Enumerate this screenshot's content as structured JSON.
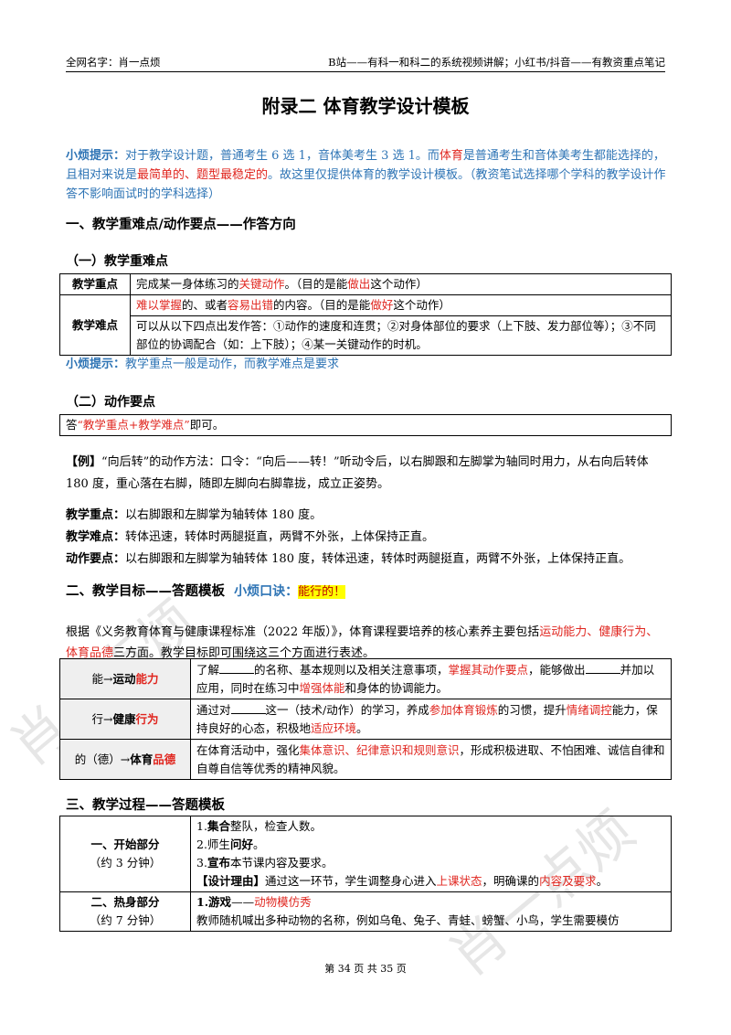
{
  "header": {
    "left": "全网名字：肖一点烦",
    "right": "B站——有科一和科二的系统视频讲解；小红书/抖音——有教资重点笔记"
  },
  "title": "附录二 体育教学设计模板",
  "tip1": {
    "label": "小烦提示：",
    "p1": "对于教学设计题，普通考生 6 选 1，音体美考生 3 选 1。而",
    "r1": "体育",
    "p2": "是普通考生和音体美考生都能选择的，且相对来说是",
    "r2": "最简单的、题型最稳定的",
    "p3": "。故这里仅提供体育的教学设计模板。（教资笔试选择哪个学科的教学设计作答不影响面试时的学科选择）"
  },
  "sec1": "一、教学重难点/动作要点——作答方向",
  "sub1": "（一）教学重难点",
  "t1": {
    "key_label": "教学重点",
    "key_p1": "完成某一身体练习的",
    "key_r1": "关键动作",
    "key_p2": "。（目的是能",
    "key_r2": "做出",
    "key_p3": "这个动作）",
    "diff_label": "教学难点",
    "diff_r1": "难以掌握",
    "diff_p1": "的、或者",
    "diff_r2": "容易出错",
    "diff_p2": "的内容。（目的是能",
    "diff_r3": "做好",
    "diff_p3": "这个动作）",
    "diff_row2": "可以从以下四点出发作答：①动作的速度和连贯；②对身体部位的要求（上下肢、发力部位等）；③不同部位的协调配合（如：上下肢）；④某一关键动作的时机。"
  },
  "tip2": {
    "label": "小烦提示：",
    "text": "教学重点一般是动作，而教学难点是要求"
  },
  "sub2": "（二）动作要点",
  "t2": {
    "p1": "答",
    "r1": "“教学重点+教学难点”",
    "p2": "即可。"
  },
  "example": {
    "label": "【例】",
    "text": "“向后转”的动作方法：口令：“向后——转！”听动令后，以右脚跟和左脚掌为轴同时用力，从右向后转体 180 度，重心落在右脚，随即左脚向右脚靠拢，成立正姿势。"
  },
  "answers": [
    {
      "label": "教学重点：",
      "text": "以右脚跟和左脚掌为轴转体 180 度。"
    },
    {
      "label": "教学难点：",
      "text": "转体迅速，转体时两腿挺直，两臂不外张，上体保持正直。"
    },
    {
      "label": "动作要点：",
      "text": "以右脚跟和左脚掌为轴转体 180 度，转体迅速，转体时两腿挺直，两臂不外张，上体保持正直。"
    }
  ],
  "sec2": {
    "title": "二、教学目标——答题模板",
    "tip": "小烦口诀：",
    "chant": "能行的！"
  },
  "goal_intro": {
    "p1": "根据《义务教育体育与健康课程标准（2022 年版）》，体育课程要培养的核心素养主要包括",
    "r1": "运动能力、健康行为、体育品德",
    "p2": "三方面。教学目标即可围绕这三个方面进行表述。"
  },
  "t3": [
    {
      "a": "能→",
      "b": "运动",
      "c": "能力",
      "t1": "了解",
      "t2": "的名称、基本规则以及相关注意事项，",
      "r1": "掌握其动作要点",
      "t3": "，能够做出",
      "t4": "并加以应用，同时在练习中",
      "r2": "增强体能",
      "t5": "和身体的协调能力。"
    },
    {
      "a": "行→",
      "b": "健康",
      "c": "行为",
      "t1": "通过对",
      "t2": "这一（技术/动作）的学习，养成",
      "r1": "参加体育锻炼",
      "t3": "的习惯，提升",
      "r2": "情绪调控",
      "t4": "能力，保持良好的心态，积极地",
      "r3": "适应环境",
      "t5": "。"
    },
    {
      "a": "的（德）→",
      "b": "体育",
      "c": "品德",
      "t1": "在体育活动中，强化",
      "r1": "集体意识、纪律意识和规则意识",
      "t2": "，形成积极进取、不怕困难、诚信自律和自尊自信等优秀的精神风貌。"
    }
  ],
  "sec3": "三、教学过程——答题模板",
  "t4": {
    "start_label": "一、开始部分",
    "start_time": "（约 3 分钟）",
    "s1_n": "1.",
    "s1_b": "集合",
    "s1_t": "整队，检查人数。",
    "s2_n": "2.师生",
    "s2_b": "问好",
    "s2_t": "。",
    "s3_n": "3.",
    "s3_b": "宣布",
    "s3_t": "本节课内容及要求。",
    "s4_b": "【设计理由】",
    "s4_t1": "通过这一环节，学生调整身心进入",
    "s4_r1": "上课状态",
    "s4_t2": "，明确课的",
    "s4_r2": "内容及要求",
    "s4_t3": "。",
    "warm_label": "二、热身部分",
    "warm_time": "（约 7 分钟）",
    "w1_b": "1.游戏",
    "w1_t": "——",
    "w1_r": "动物模仿秀",
    "w2": "教师随机喊出多种动物的名称，例如乌龟、兔子、青蛙、螃蟹、小鸟，学生需要模仿"
  },
  "footer": "第 34 页 共 35 页",
  "watermark": "肖一点烦"
}
